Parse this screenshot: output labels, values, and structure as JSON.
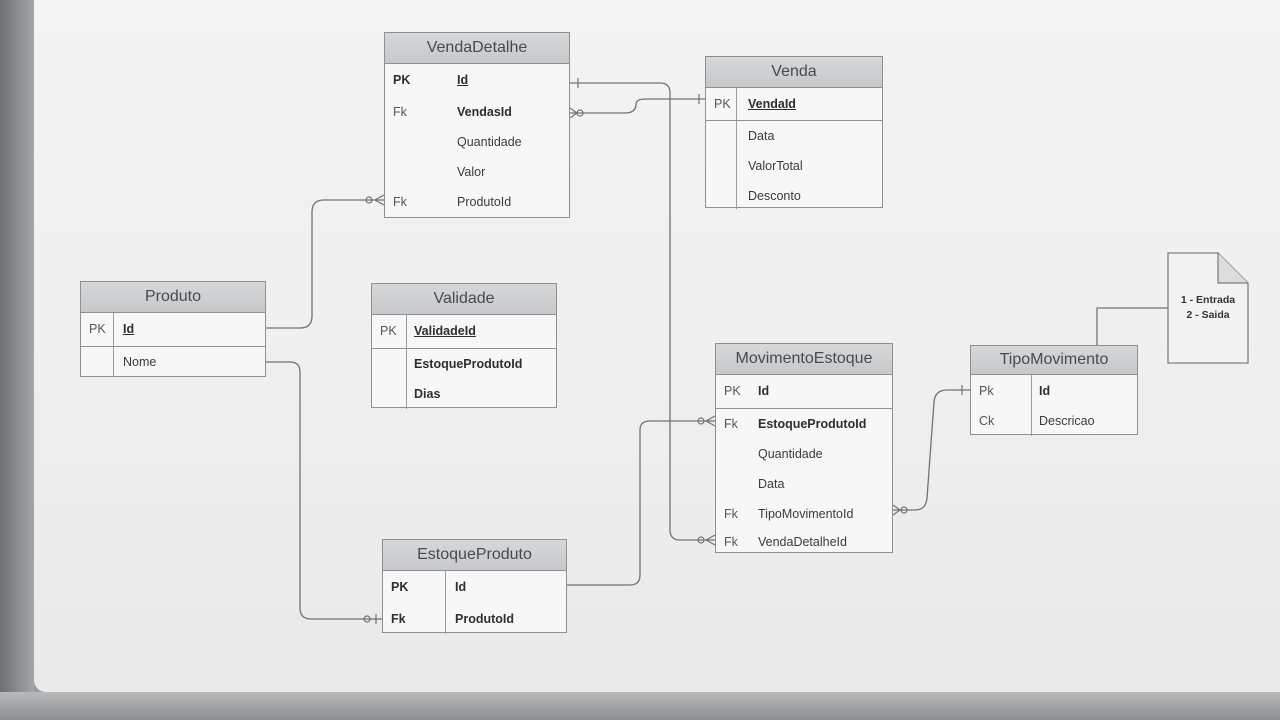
{
  "entities": {
    "venda_detalhe": {
      "name": "VendaDetalhe",
      "rows": [
        {
          "key": "PK",
          "field": "Id"
        },
        {
          "key": "Fk",
          "field": "VendasId"
        },
        {
          "key": "",
          "field": "Quantidade"
        },
        {
          "key": "",
          "field": "Valor"
        },
        {
          "key": "Fk",
          "field": "ProdutoId"
        }
      ]
    },
    "venda": {
      "name": "Venda",
      "rows": [
        {
          "key": "PK",
          "field": "VendaId"
        },
        {
          "key": "",
          "field": "Data"
        },
        {
          "key": "",
          "field": "ValorTotal"
        },
        {
          "key": "",
          "field": "Desconto"
        }
      ]
    },
    "produto": {
      "name": "Produto",
      "rows": [
        {
          "key": "PK",
          "field": "Id"
        },
        {
          "key": "",
          "field": "Nome"
        }
      ]
    },
    "validade": {
      "name": "Validade",
      "rows": [
        {
          "key": "PK",
          "field": "ValidadeId"
        },
        {
          "key": "",
          "field": "EstoqueProdutoId"
        },
        {
          "key": "",
          "field": "Dias"
        }
      ]
    },
    "movimento_estoque": {
      "name": "MovimentoEstoque",
      "rows": [
        {
          "key": "PK",
          "field": "Id"
        },
        {
          "key": "Fk",
          "field": "EstoqueProdutoId"
        },
        {
          "key": "",
          "field": "Quantidade"
        },
        {
          "key": "",
          "field": "Data"
        },
        {
          "key": "Fk",
          "field": "TipoMovimentoId"
        },
        {
          "key": "Fk",
          "field": "VendaDetalheId"
        }
      ]
    },
    "tipo_movimento": {
      "name": "TipoMovimento",
      "rows": [
        {
          "key": "Pk",
          "field": "Id"
        },
        {
          "key": "Ck",
          "field": "Descricao"
        }
      ]
    },
    "estoque_produto": {
      "name": "EstoqueProduto",
      "rows": [
        {
          "key": "PK",
          "field": "Id"
        },
        {
          "key": "Fk",
          "field": "ProdutoId"
        }
      ]
    }
  },
  "note": {
    "line1": "1 - Entrada",
    "line2": "2 - Saida"
  },
  "colors": {
    "line": "#707274",
    "header": "#cfd0d1",
    "border": "#8d8f91"
  }
}
